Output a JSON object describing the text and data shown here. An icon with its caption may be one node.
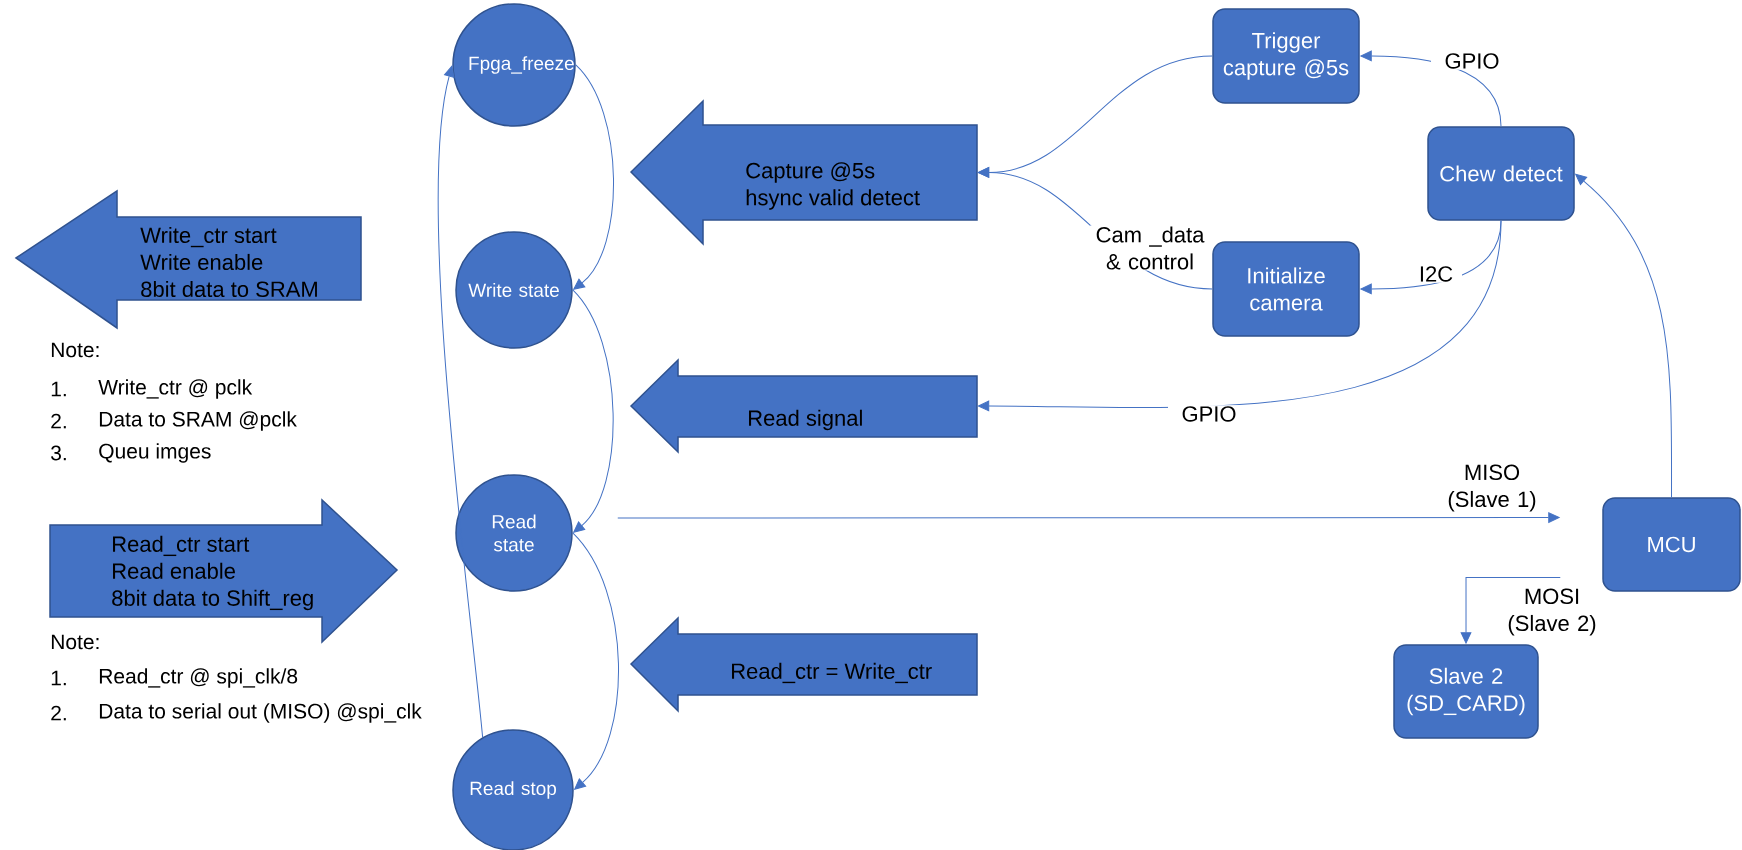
{
  "diagram": {
    "nodes": [
      {
        "text": [
          "Fpga_freeze"
        ]
      },
      {
        "text": [
          "Trigger capture @5s"
        ]
      },
      {
        "text": [
          "Capture @5s",
          "hsync valid detect"
        ]
      },
      {
        "text": [
          "Chew detect"
        ]
      },
      {
        "text": [
          "Write_ctr start",
          "Write enable",
          "8bit data to SRAM"
        ]
      },
      {
        "text": [
          "Write state"
        ]
      },
      {
        "text": [
          "Initialize camera"
        ]
      },
      {
        "text": [
          "Read signal"
        ]
      },
      {
        "text": [
          "Read_ctr start",
          "Read enable",
          "8bit data to Shift_reg"
        ]
      },
      {
        "text": [
          "Read state"
        ]
      },
      {
        "text": [
          "MCU"
        ]
      },
      {
        "text": [
          "Slave 2 (SD_CARD)"
        ]
      },
      {
        "text": [
          "Read_ctr = Write_ctr"
        ]
      },
      {
        "text": [
          "Read stop"
        ]
      }
    ],
    "edges": [
      {
        "from": 0,
        "to": 5,
        "arrow": "to"
      },
      {
        "from": 5,
        "to": 9,
        "arrow": "to"
      },
      {
        "from": 9,
        "to": 13,
        "arrow": "to"
      },
      {
        "from": 13,
        "to": 0,
        "arrow": "to"
      },
      {
        "from": 1,
        "to": 2,
        "arrow": "to"
      },
      {
        "from": 6,
        "to": 2,
        "arrow": "to",
        "label": "Cam _data & control"
      },
      {
        "from": 3,
        "to": 1,
        "arrow": "to",
        "label": "GPIO"
      },
      {
        "from": 3,
        "to": 6,
        "arrow": "to",
        "label": "I2C"
      },
      {
        "from": 3,
        "to": 7,
        "arrow": "to",
        "label": "GPIO"
      },
      {
        "from": 10,
        "to": 3,
        "arrow": "to"
      },
      {
        "from": 9,
        "to": 10,
        "arrow": "to",
        "label": "MISO (Slave 1)"
      },
      {
        "from": 10,
        "to": 11,
        "arrow": "to",
        "label": "MOSI (Slave 2)"
      }
    ],
    "labels": [
      "Note:",
      "1.",
      "Write_ctr @ pclk",
      "2.",
      "Data to SRAM @pclk",
      "3.",
      "Queu imges",
      "Note:",
      "1.",
      "Read_ctr @ spi_clk/8",
      "2.",
      "Data to serial out (MISO) @spi_clk"
    ]
  }
}
